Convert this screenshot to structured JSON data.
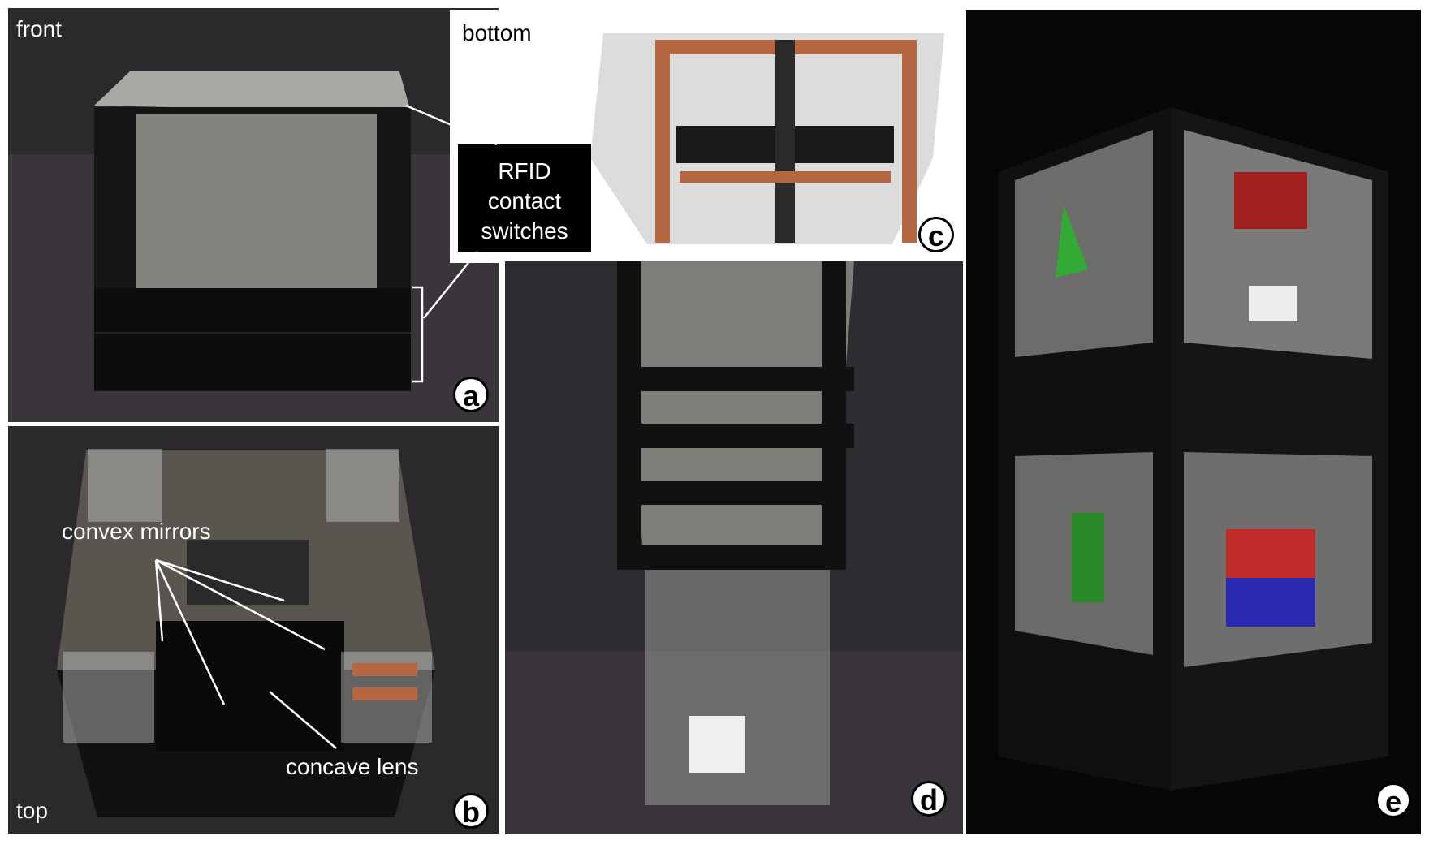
{
  "panels": {
    "a": {
      "corner_label": "front",
      "badge": "a"
    },
    "b": {
      "corner_label": "top",
      "badge": "b",
      "annotation_mirrors": "convex mirrors",
      "annotation_lens": "concave lens"
    },
    "c": {
      "corner_label": "bottom",
      "badge": "c"
    },
    "d": {
      "badge": "d"
    },
    "e": {
      "badge": "e"
    }
  },
  "callout": {
    "lines": [
      "RFID",
      "contact",
      "switches"
    ]
  },
  "colors": {
    "background": "#2c2a2c",
    "tape": "#0d0d0d",
    "copper": "#b5683f",
    "screen": "#807e78"
  }
}
